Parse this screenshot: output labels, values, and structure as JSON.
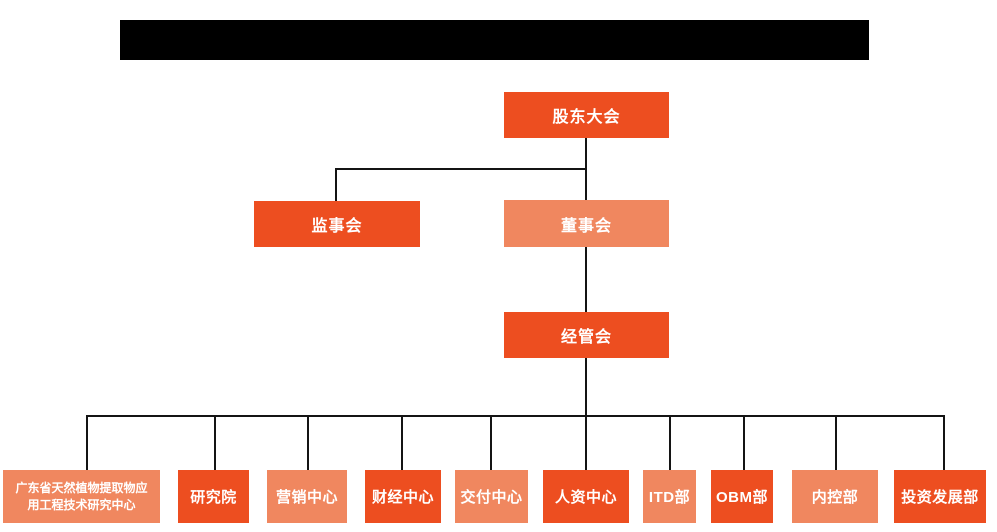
{
  "colors": {
    "box_primary": "#ED4E20",
    "box_secondary": "#F0875F",
    "box_text": "#FFFFFF",
    "connector_line": "#141414",
    "redaction_bar": "#000000",
    "background": "#FFFFFF"
  },
  "org_chart": {
    "level1": [
      {
        "label": "股东大会"
      }
    ],
    "level2": [
      {
        "label": "监事会"
      },
      {
        "label": "董事会"
      }
    ],
    "level3": [
      {
        "label": "经管会"
      }
    ],
    "level4": [
      {
        "label": "广东省天然植物提取物应用工程技术研究中心"
      },
      {
        "label": "研究院"
      },
      {
        "label": "营销中心"
      },
      {
        "label": "财经中心"
      },
      {
        "label": "交付中心"
      },
      {
        "label": "人资中心"
      },
      {
        "label": "ITD部"
      },
      {
        "label": "OBM部"
      },
      {
        "label": "内控部"
      },
      {
        "label": "投资发展部"
      }
    ]
  }
}
